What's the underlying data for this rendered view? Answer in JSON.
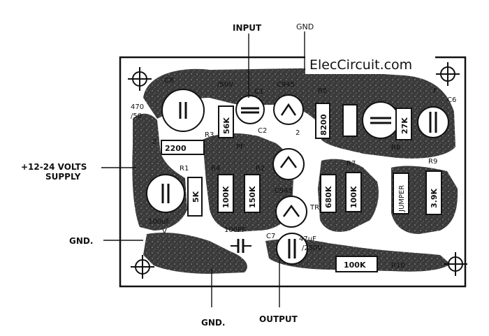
{
  "labels": {
    "input": "INPUT",
    "gnd_top": "GND",
    "supply_line1": "+12-24 VOLTS",
    "supply_line2": "SUPPLY",
    "gnd_left": "GND.",
    "gnd_bottom": "GND.",
    "output": "OUTPUT"
  },
  "brand": "ElecCircuit.com",
  "components": {
    "c_top_left": "C8",
    "c_top_left_value": "470",
    "c_top_left_volts": "/50",
    "r_2200": "2200",
    "r_56k": "56K",
    "v_50": "/50V",
    "c1": "C1",
    "c945_top": "C945",
    "r5": "R5",
    "r_820": "8200",
    "f_label": "F",
    "c6": "C6",
    "r_27k": "27K",
    "r8": "R8",
    "r3": "R3",
    "num_2": "2",
    "c2": "C2",
    "pf_label": "PF",
    "tr2": "2",
    "r1": "R1",
    "r4": "R4",
    "r2": "R2",
    "r_100k_a": "100K",
    "r_150k": "150K",
    "c945_mid": "C945",
    "tr": "TR",
    "r_680k": "680K",
    "r7": "R7",
    "r_100k_b": "100K",
    "jumper": "JUMPER",
    "r9": "R9",
    "r_3_9k": "3.9K",
    "r_5k": "5K",
    "uf_100": "100uF",
    "v_label": "V",
    "pf_100": "100PF",
    "c7": "C7",
    "uf_47": "47uF",
    "v_250": "/250V",
    "r_100k_c": "100K",
    "r10": "R10"
  }
}
